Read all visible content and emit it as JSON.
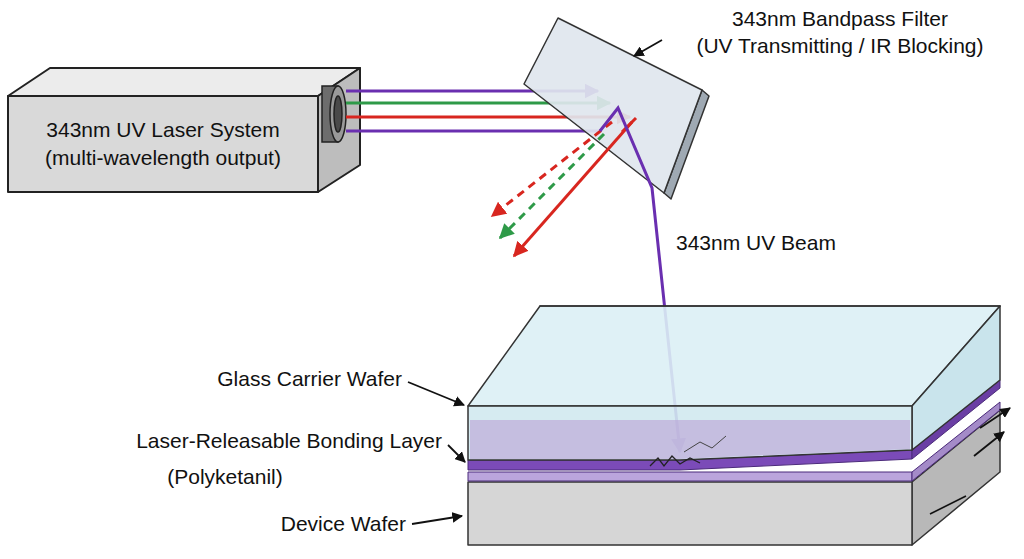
{
  "diagram": {
    "nodes": [
      {
        "text": [
          "343nm UV Laser System",
          "(multi-wavelength output)"
        ]
      }
    ],
    "labels": [
      "343nm Bandpass Filter",
      "(UV Transmitting / IR Blocking)",
      "343nm UV Beam",
      "Glass Carrier Wafer",
      "Laser-Releasable Bonding Layer",
      "(Polyketanil)",
      "Device Wafer"
    ]
  }
}
